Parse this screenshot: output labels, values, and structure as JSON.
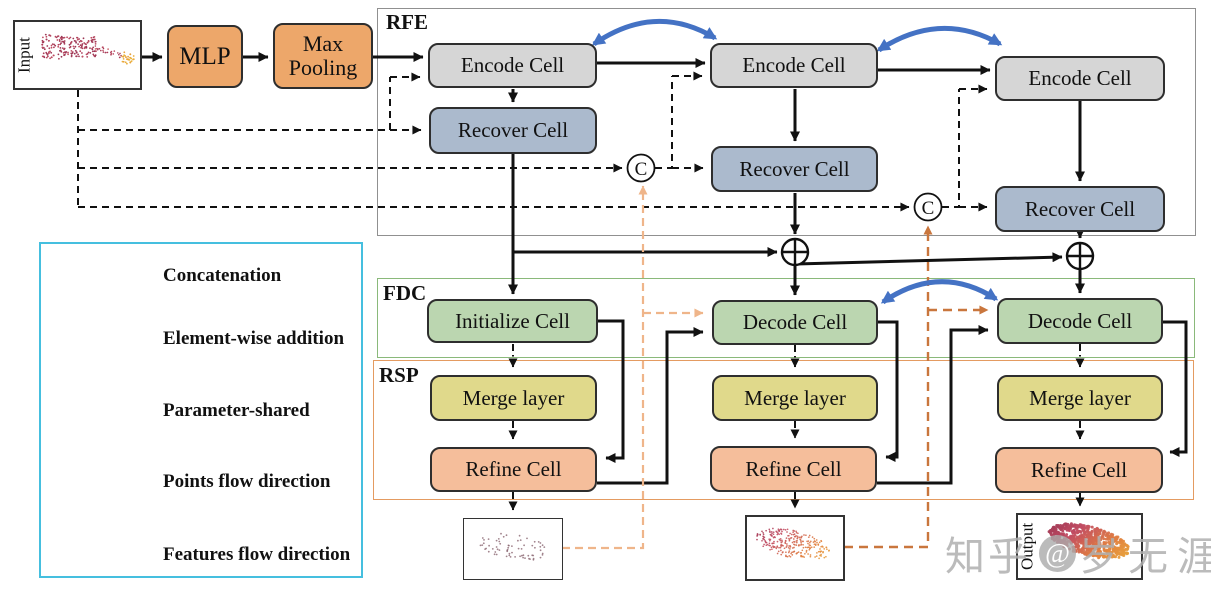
{
  "sections": {
    "rfe_label": "RFE",
    "fdc_label": "FDC",
    "rsp_label": "RSP"
  },
  "nodes": {
    "input_label": "Input",
    "mlp_label": "MLP",
    "max_pooling_label": "Max Pooling",
    "encode_cell_label": "Encode Cell",
    "recover_cell_label": "Recover Cell",
    "initialize_cell_label": "Initialize Cell",
    "decode_cell_label": "Decode Cell",
    "merge_layer_label": "Merge layer",
    "refine_cell_label": "Refine Cell",
    "output_label": "Output"
  },
  "symbols": {
    "concatenation": "C",
    "addition": "⊕"
  },
  "legend": {
    "items": [
      {
        "id": "concatenation",
        "label": "Concatenation"
      },
      {
        "id": "element-wise-addition",
        "label": "Element-wise addition"
      },
      {
        "id": "parameter-shared",
        "label": "Parameter-shared"
      },
      {
        "id": "points-flow",
        "label": "Points flow direction"
      },
      {
        "id": "features-flow",
        "label": "Features flow direction"
      }
    ]
  },
  "watermark": {
    "site": "知乎",
    "at": "@",
    "name": "岁无涯"
  },
  "colors": {
    "mlp_block": "#EDA76A",
    "encode_block": "#D6D6D6",
    "recover_block": "#ABBACD",
    "decode_block": "#BBD6B0",
    "merge_block": "#E0D98B",
    "refine_block": "#F5BE9B",
    "parameter_shared_arrow": "#4472C4",
    "legend_border": "#45BFDF",
    "rfe_border": "#909090",
    "fdc_border": "#8AB97A",
    "rsp_border": "#E49B61",
    "points_flow_stage1": "#EFB58A",
    "points_flow_stage2": "#C9763D"
  }
}
